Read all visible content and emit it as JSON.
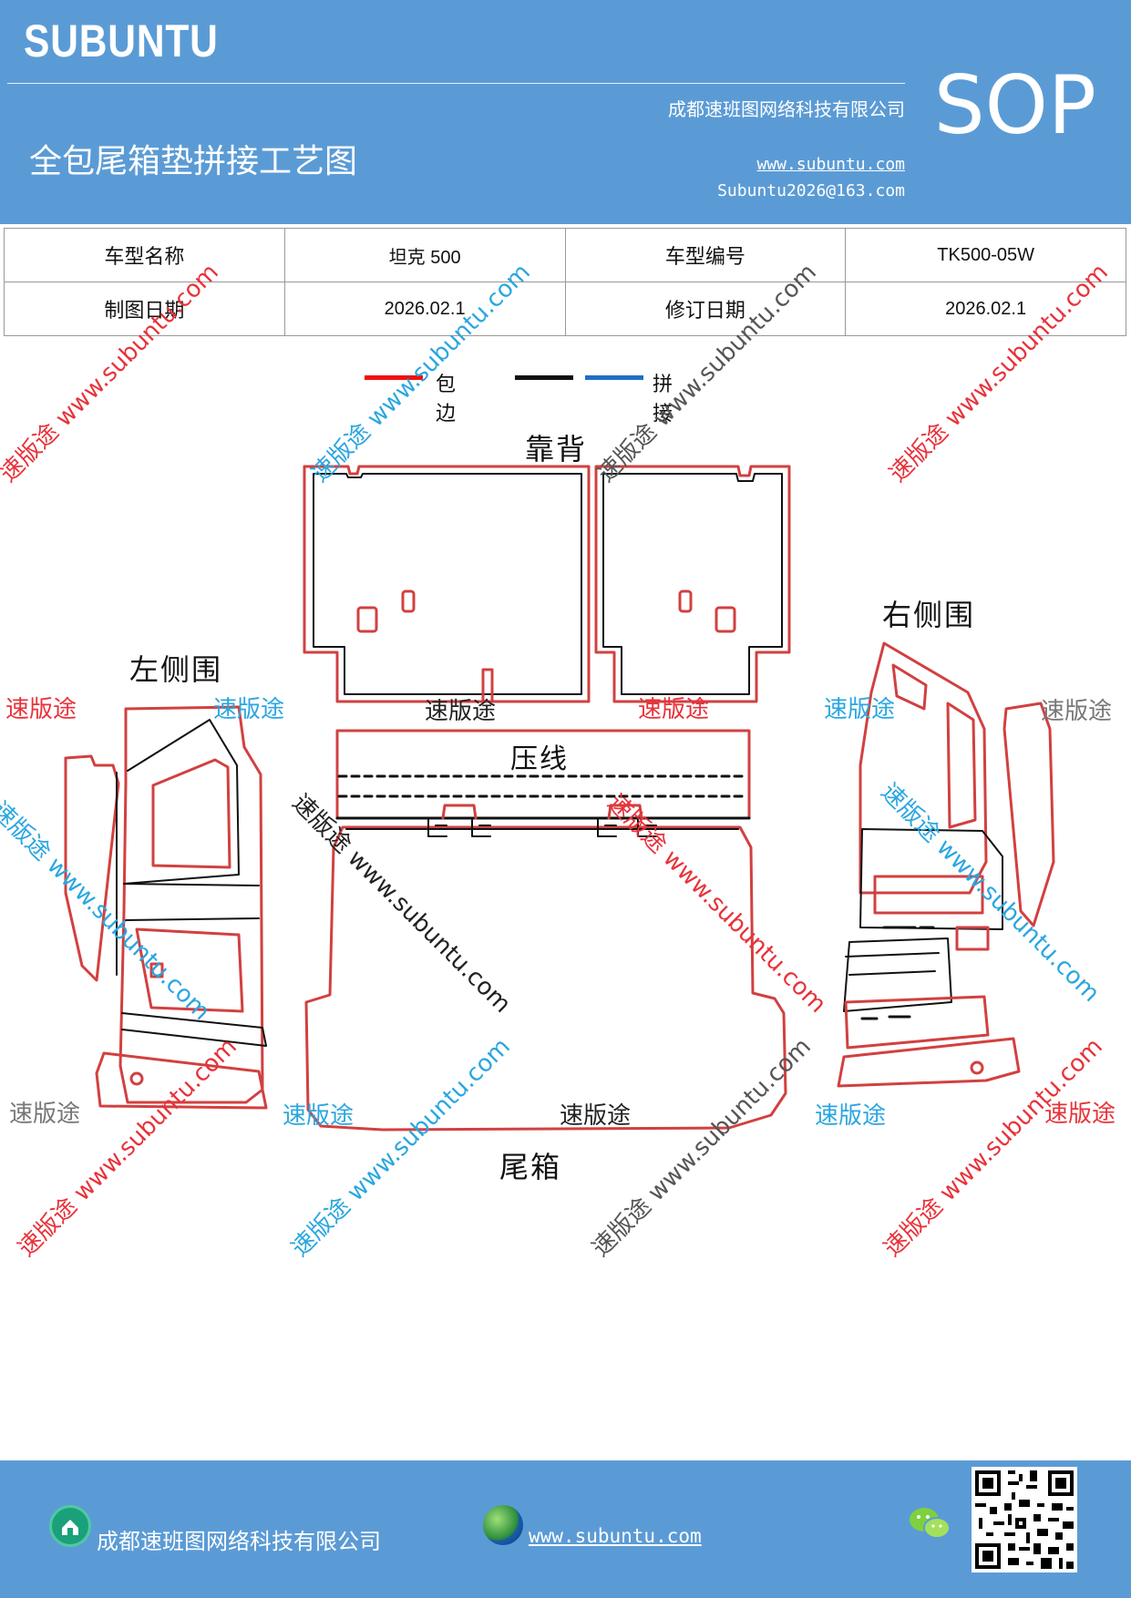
{
  "header": {
    "brand": "SUBUNTU",
    "company": "成都速班图网络科技有限公司",
    "title": "全包尾箱垫拼接工艺图",
    "website": "www.subuntu.com",
    "email": "Subuntu2026@163.com",
    "doc_type": "SOP"
  },
  "info_table": {
    "model_name_label": "车型名称",
    "model_name_value": "坦克 500",
    "model_code_label": "车型编号",
    "model_code_value": "TK500-05W",
    "draw_date_label": "制图日期",
    "draw_date_value": "2026.02.1",
    "revise_date_label": "修订日期",
    "revise_date_value": "2026.02.1"
  },
  "legend": {
    "items": [
      {
        "label": "包边",
        "color": "#ee1111"
      },
      {
        "label": "",
        "color": "#111111"
      },
      {
        "label": "拼接",
        "color": "#1f6fc5"
      }
    ]
  },
  "parts": {
    "backrest": "靠背",
    "left_side": "左侧围",
    "right_side": "右侧围",
    "press_line": "压线",
    "trunk": "尾箱"
  },
  "watermark": {
    "brand": "速版途",
    "diagonal": "速版途 www.subuntu.com",
    "diagonal_url": "www.subuntu.com",
    "colors": {
      "red": "#e8323a",
      "blue": "#2aa6e0",
      "gray": "#777777"
    }
  },
  "footer": {
    "company": "成都速班图网络科技有限公司",
    "website": "www.subuntu.com"
  }
}
